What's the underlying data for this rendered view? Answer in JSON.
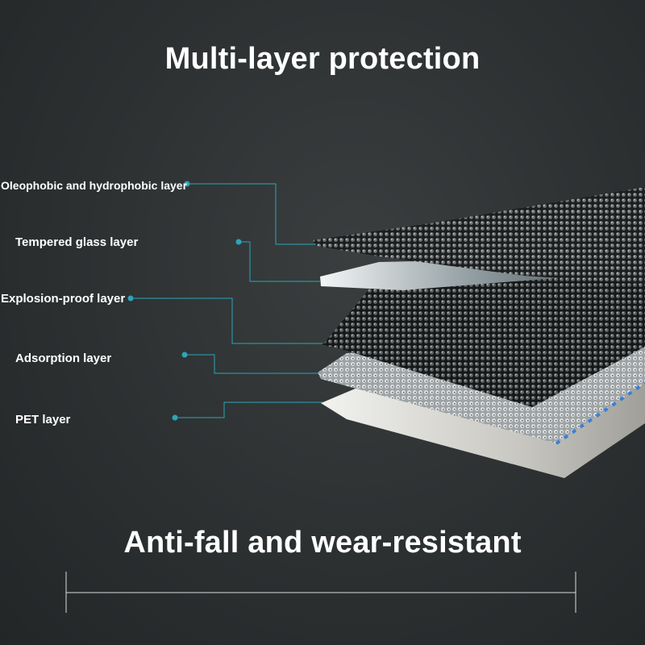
{
  "heading": "Multi-layer protection",
  "tagline": "Anti-fall and wear-resistant",
  "layers": [
    "Oleophobic and hydrophobic layer",
    "Tempered glass layer",
    "Explosion-proof layer",
    "Adsorption layer",
    "PET layer"
  ],
  "colors": {
    "background": "#2c3031",
    "callout": "#2aa6b8",
    "text": "#ffffff"
  }
}
